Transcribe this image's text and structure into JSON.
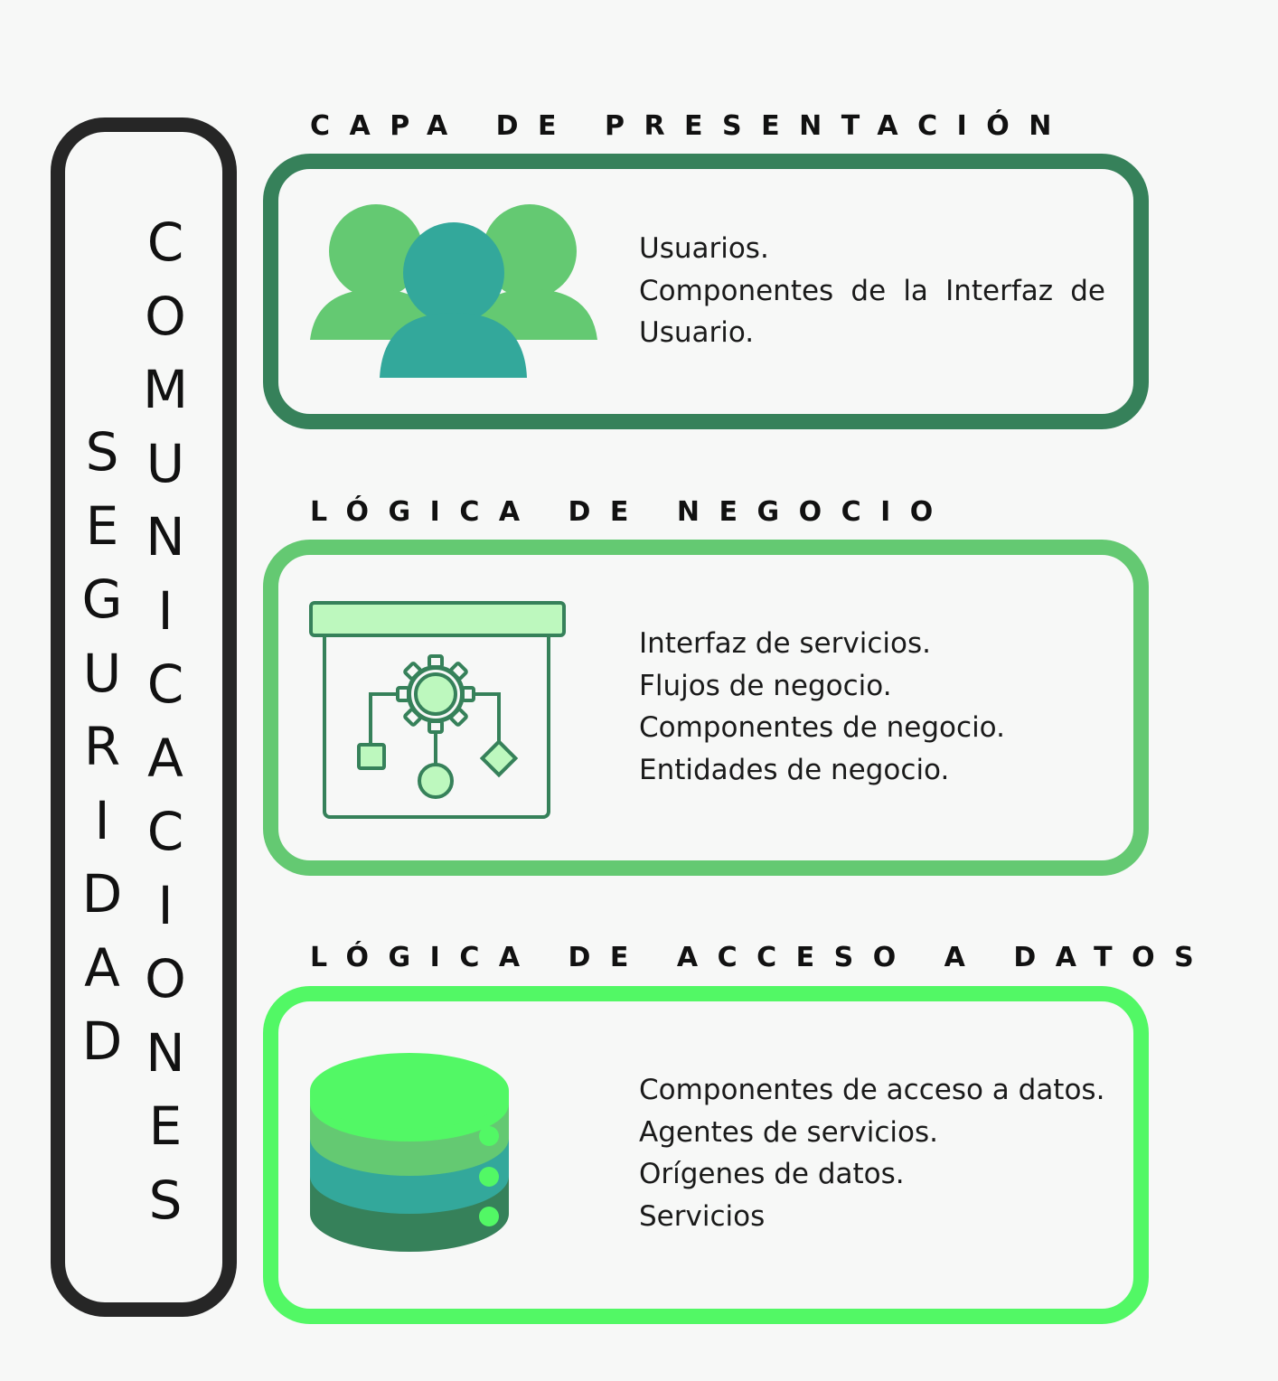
{
  "sidebar": {
    "seguridad_letters": [
      "S",
      "E",
      "G",
      "U",
      "R",
      "I",
      "D",
      "A",
      "D"
    ],
    "comunicaciones_letters": [
      "C",
      "O",
      "M",
      "U",
      "N",
      "I",
      "C",
      "A",
      "C",
      "I",
      "O",
      "N",
      "E",
      "S"
    ]
  },
  "layers": [
    {
      "title": "CAPA DE PRESENTACIÓN",
      "icon": "users-icon",
      "lines": [
        "Usuarios.",
        "Componentes de la Interfaz de Usuario."
      ],
      "border_color": "#36815a"
    },
    {
      "title": "LÓGICA DE NEGOCIO",
      "icon": "business-process-icon",
      "lines": [
        "Interfaz de servicios.",
        "Flujos de negocio.",
        "Componentes de negocio.",
        "Entidades de negocio."
      ],
      "border_color": "#64c972"
    },
    {
      "title": "LÓGICA DE ACCESO A DATOS",
      "icon": "database-icon",
      "lines": [
        "Componentes de acceso a datos.",
        "Agentes de servicios.",
        "Orígenes de datos.",
        "Servicios"
      ],
      "border_color": "#52f865"
    }
  ]
}
